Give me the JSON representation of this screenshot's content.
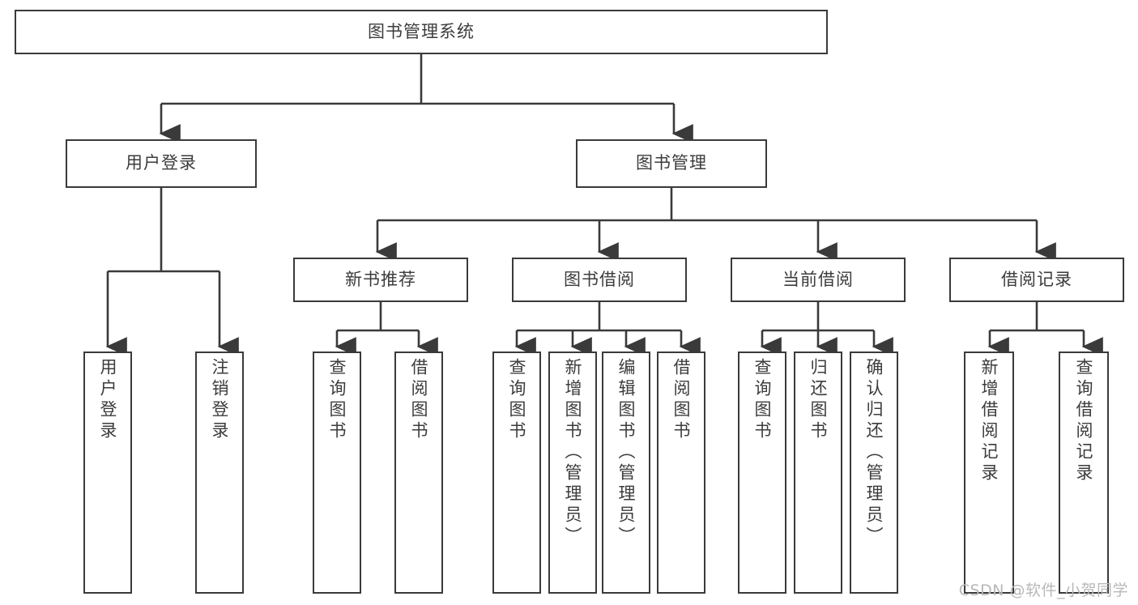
{
  "diagram": {
    "title": "图书管理系统",
    "type": "功能结构图",
    "watermark": "CSDN @软件_小贺同学",
    "colors": {
      "stroke": "#3a3a3a",
      "text": "#3c3c3c",
      "background": "#ffffff",
      "watermark": "#b8b8b8"
    }
  },
  "nodes": {
    "root": {
      "label": "图书管理系统"
    },
    "level2": [
      {
        "label": "用户登录"
      },
      {
        "label": "图书管理"
      }
    ],
    "level3": [
      {
        "label": "新书推荐"
      },
      {
        "label": "图书借阅"
      },
      {
        "label": "当前借阅"
      },
      {
        "label": "借阅记录"
      }
    ],
    "leaves": {
      "user_login": [
        {
          "label": "用户登录"
        },
        {
          "label": "注销登录"
        }
      ],
      "new_book": [
        {
          "label": "查询图书"
        },
        {
          "label": "借阅图书"
        }
      ],
      "book_borrow": [
        {
          "label": "查询图书"
        },
        {
          "label": "新增图书（管理员）"
        },
        {
          "label": "编辑图书（管理员）"
        },
        {
          "label": "借阅图书"
        }
      ],
      "current_borrow": [
        {
          "label": "查询图书"
        },
        {
          "label": "归还图书"
        },
        {
          "label": "确认归还（管理员）"
        }
      ],
      "borrow_record": [
        {
          "label": "新增借阅记录"
        },
        {
          "label": "查询借阅记录"
        }
      ]
    }
  }
}
